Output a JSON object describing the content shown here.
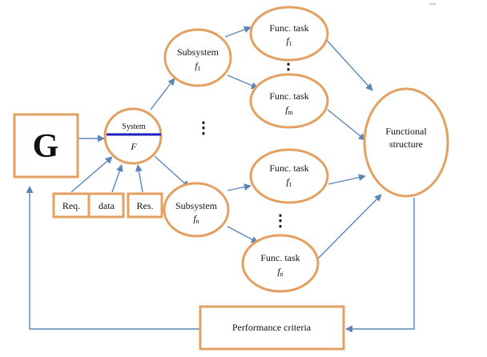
{
  "diagram": {
    "colors": {
      "node_outline": "#e3a060",
      "arrow": "#5b86b8",
      "system_bar": "#1f1fbf",
      "text": "#111111"
    },
    "g_box": {
      "label": "G"
    },
    "system": {
      "title": "System",
      "symbol": "F"
    },
    "inputs": {
      "req": "Req.",
      "data": "data",
      "res": "Res."
    },
    "subsystem_1": {
      "title": "Subsystem",
      "symbol": "f",
      "subscript": "1"
    },
    "subsystem_n": {
      "title": "Subsystem",
      "symbol": "f",
      "subscript": "n"
    },
    "task_top_1": {
      "title": "Func. task",
      "symbol": "f",
      "subscript": "1"
    },
    "task_top_m": {
      "title": "Func. task",
      "symbol": "f",
      "subscript": "m"
    },
    "task_bottom_1": {
      "title": "Func. task",
      "symbol": "f",
      "subscript": "1"
    },
    "task_bottom_n": {
      "title": "Func. task",
      "symbol": "f",
      "subscript": "n"
    },
    "functional_structure": {
      "line1": "Functional",
      "line2": "structure"
    },
    "performance_criteria": {
      "label": "Performance criteria"
    },
    "ellipsis": {
      "vertical": "⋮"
    }
  }
}
